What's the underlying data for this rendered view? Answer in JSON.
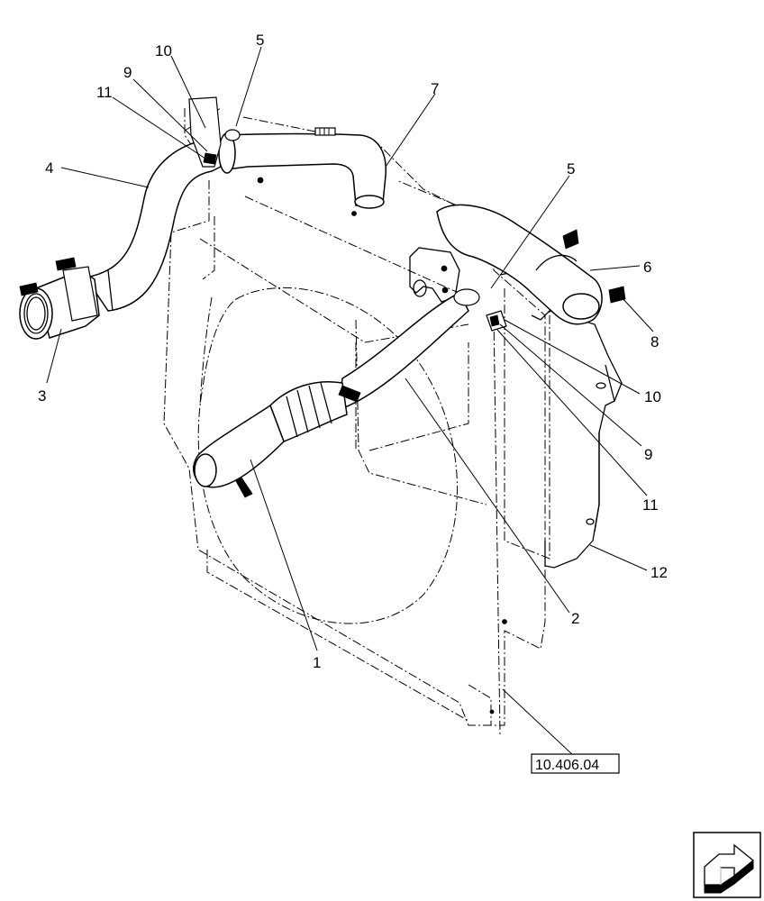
{
  "callouts": [
    {
      "id": "c10a",
      "label": "10"
    },
    {
      "id": "c5a",
      "label": "5"
    },
    {
      "id": "c9a",
      "label": "9"
    },
    {
      "id": "c11a",
      "label": "11"
    },
    {
      "id": "c7",
      "label": "7"
    },
    {
      "id": "c4",
      "label": "4"
    },
    {
      "id": "c5b",
      "label": "5"
    },
    {
      "id": "c6",
      "label": "6"
    },
    {
      "id": "c8",
      "label": "8"
    },
    {
      "id": "c10b",
      "label": "10"
    },
    {
      "id": "c9b",
      "label": "9"
    },
    {
      "id": "c11b",
      "label": "11"
    },
    {
      "id": "c3",
      "label": "3"
    },
    {
      "id": "c12",
      "label": "12"
    },
    {
      "id": "c2",
      "label": "2"
    },
    {
      "id": "c1",
      "label": "1"
    }
  ],
  "reference_box": {
    "label": "10.406.04"
  },
  "nav_icon": {
    "name": "next-page-arrow-icon"
  }
}
